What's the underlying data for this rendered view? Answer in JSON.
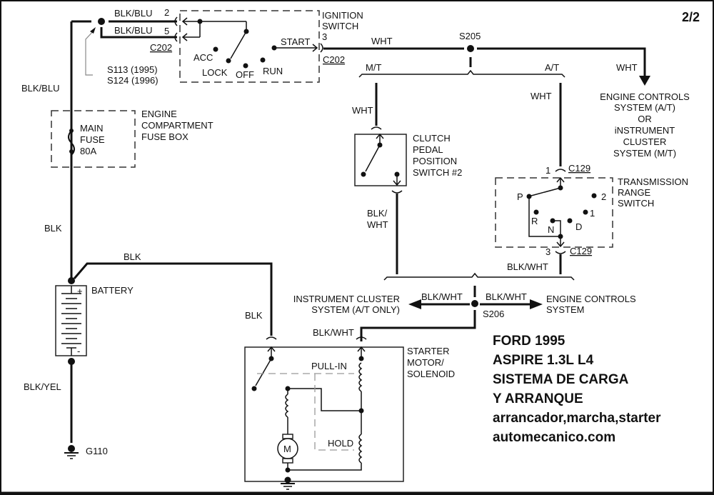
{
  "page_indicator": "2/2",
  "title_block": {
    "line1": "FORD 1995",
    "line2": "ASPIRE 1.3L L4",
    "line3": "SISTEMA DE CARGA",
    "line4": "Y ARRANQUE",
    "line5": "arrancador,marcha,starter",
    "line6": "automecanico.com"
  },
  "ignition_switch": {
    "name_line1": "IGNITION",
    "name_line2": "SWITCH",
    "pin2": "2",
    "pin5": "5",
    "pin3": "3",
    "connector_in": "C202",
    "connector_out": "C202",
    "wire_top": "BLK/BLU",
    "wire_bottom": "BLK/BLU",
    "positions": {
      "acc": "ACC",
      "lock": "LOCK",
      "off": "OFF",
      "run": "RUN",
      "start": "START"
    }
  },
  "splice_note": {
    "line1": "S113 (1995)",
    "line2": "S124 (1996)"
  },
  "left_wires": {
    "top": "BLK/BLU",
    "middle": "BLK",
    "bottom": "BLK/YEL",
    "battery_to_starter": "BLK"
  },
  "fuse_box": {
    "name_line1": "ENGINE",
    "name_line2": "COMPARTMENT",
    "name_line3": "FUSE BOX",
    "fuse_line1": "MAIN",
    "fuse_line2": "FUSE",
    "fuse_line3": "80A"
  },
  "battery": {
    "label": "BATTERY",
    "plus": "+",
    "minus": "-"
  },
  "ground_g110": "G110",
  "s205": {
    "label": "S205",
    "wire_in": "WHT",
    "wire_out": "WHT",
    "branch_mt": "M/T",
    "branch_at": "A/T",
    "mt_wire": "WHT",
    "at_wire": "WHT"
  },
  "engine_controls_top": {
    "line1": "ENGINE CONTROLS",
    "line2": "SYSTEM (A/T)",
    "line3": "OR",
    "line4": "iNSTRUMENT",
    "line5": "CLUSTER",
    "line6": "SYSTEM (M/T)"
  },
  "clutch_switch": {
    "line1": "CLUTCH",
    "line2": "PEDAL",
    "line3": "POSITION",
    "line4": "SWITCH #2",
    "out_wire_line1": "BLK/",
    "out_wire_line2": "WHT"
  },
  "range_switch": {
    "name_line1": "TRANSMISSION",
    "name_line2": "RANGE",
    "name_line3": "SWITCH",
    "pin_in": "1",
    "pin_out": "3",
    "connector_in": "C129",
    "connector_out": "C129",
    "out_wire": "BLK/WHT",
    "positions": {
      "p": "P",
      "r": "R",
      "n": "N",
      "d": "D",
      "two": "2",
      "one": "1"
    }
  },
  "s206": {
    "label": "S206",
    "left_wire": "BLK/WHT",
    "right_wire": "BLK/WHT",
    "down_wire": "BLK/WHT",
    "left_dest_line1": "INSTRUMENT CLUSTER",
    "left_dest_line2": "SYSTEM (A/T ONLY)",
    "right_dest_line1": "ENGINE CONTROLS",
    "right_dest_line2": "SYSTEM"
  },
  "starter": {
    "name_line1": "STARTER",
    "name_line2": "MOTOR/",
    "name_line3": "SOLENOID",
    "pull_in": "PULL-IN",
    "hold": "HOLD",
    "motor": "M",
    "batt_wire": "BLK"
  }
}
